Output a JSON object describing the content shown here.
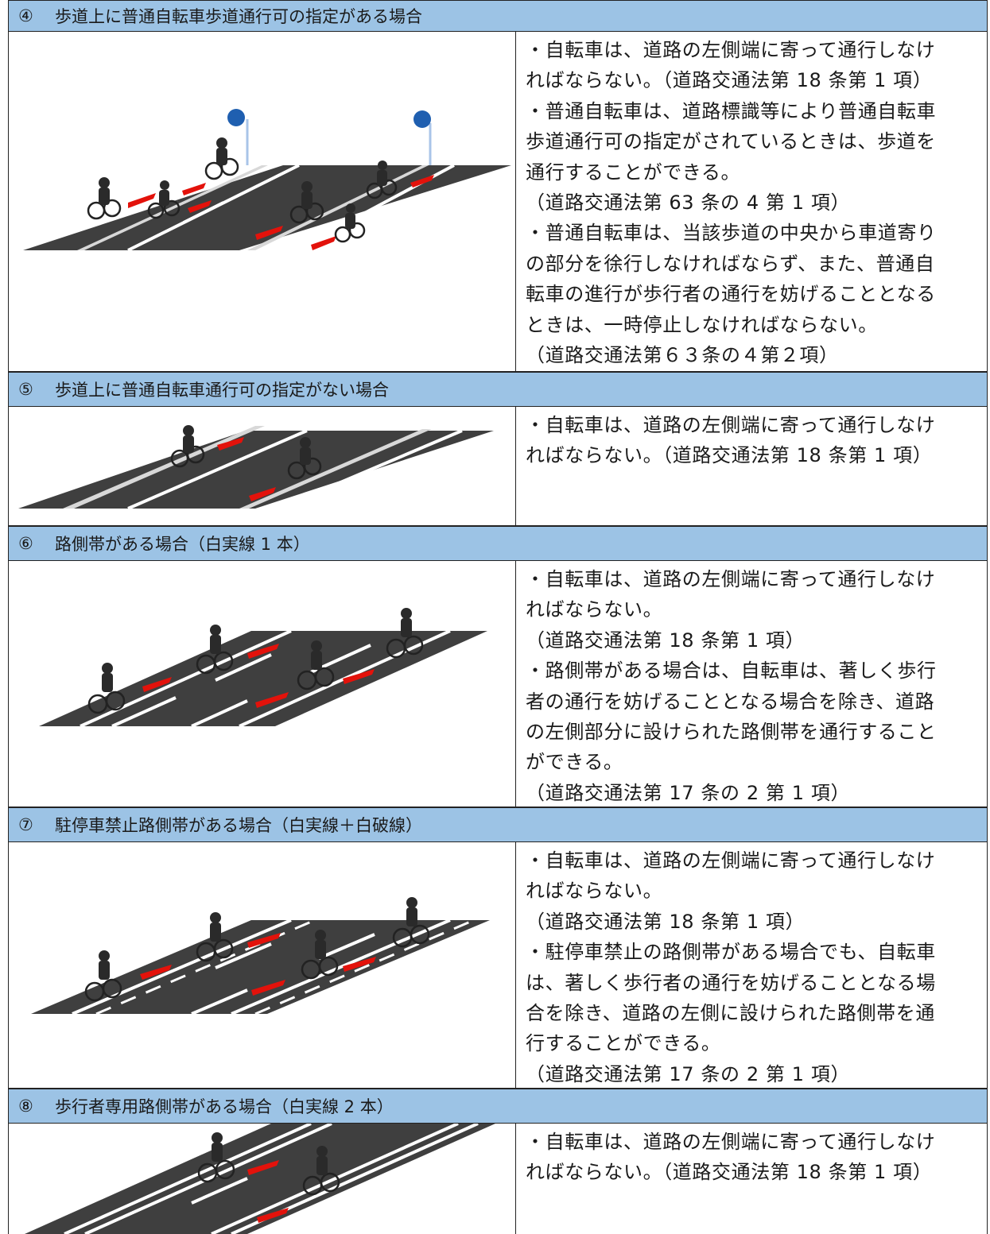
{
  "sections": [
    {
      "number": "④",
      "title": "歩道上に普通自転車歩道通行可の指定がある場合",
      "lines": [
        "・自転車は、道路の左側端に寄って通行しなけ",
        "ればならない。（道路交通法第 18 条第 1 項）",
        "・普通自転車は、道路標識等により普通自転車",
        "歩道通行可の指定がされているときは、歩道を",
        "通行することができる。",
        "（道路交通法第 63 条の 4 第 1 項）",
        "・普通自転車は、当該歩道の中央から車道寄り",
        "の部分を徐行しなければならず、また、普通自",
        "転車の進行が歩行者の通行を妨げることとなる",
        "ときは、一時停止しなければならない。",
        "（道路交通法第６３条の４第２項）"
      ]
    },
    {
      "number": "⑤",
      "title": "歩道上に普通自転車通行可の指定がない場合",
      "lines": [
        "・自転車は、道路の左側端に寄って通行しなけ",
        "ればならない。（道路交通法第 18 条第 1 項）"
      ]
    },
    {
      "number": "⑥",
      "title": "路側帯がある場合（白実線 1 本）",
      "lines": [
        "・自転車は、道路の左側端に寄って通行しなけ",
        "ればならない。",
        "（道路交通法第 18 条第 1 項）",
        "・路側帯がある場合は、自転車は、著しく歩行",
        "者の通行を妨げることとなる場合を除き、道路",
        "の左側部分に設けられた路側帯を通行すること",
        "ができる。",
        "（道路交通法第 17 条の 2 第 1 項）"
      ]
    },
    {
      "number": "⑦",
      "title": "駐停車禁止路側帯がある場合（白実線＋白破線）",
      "lines": [
        "・自転車は、道路の左側端に寄って通行しなけ",
        "ればならない。",
        "（道路交通法第 18 条第 1 項）",
        "・駐停車禁止の路側帯がある場合でも、自転車",
        "は、著しく歩行者の通行を妨げることとなる場",
        "合を除き、道路の左側に設けられた路側帯を通",
        "行することができる。",
        "（道路交通法第 17 条の 2 第 1 項）"
      ]
    },
    {
      "number": "⑧",
      "title": "歩行者専用路側帯がある場合（白実線 2 本）",
      "lines": [
        "・自転車は、道路の左側端に寄って通行しなけ",
        "ればならない。（道路交通法第 18 条第 1 項）"
      ]
    }
  ]
}
